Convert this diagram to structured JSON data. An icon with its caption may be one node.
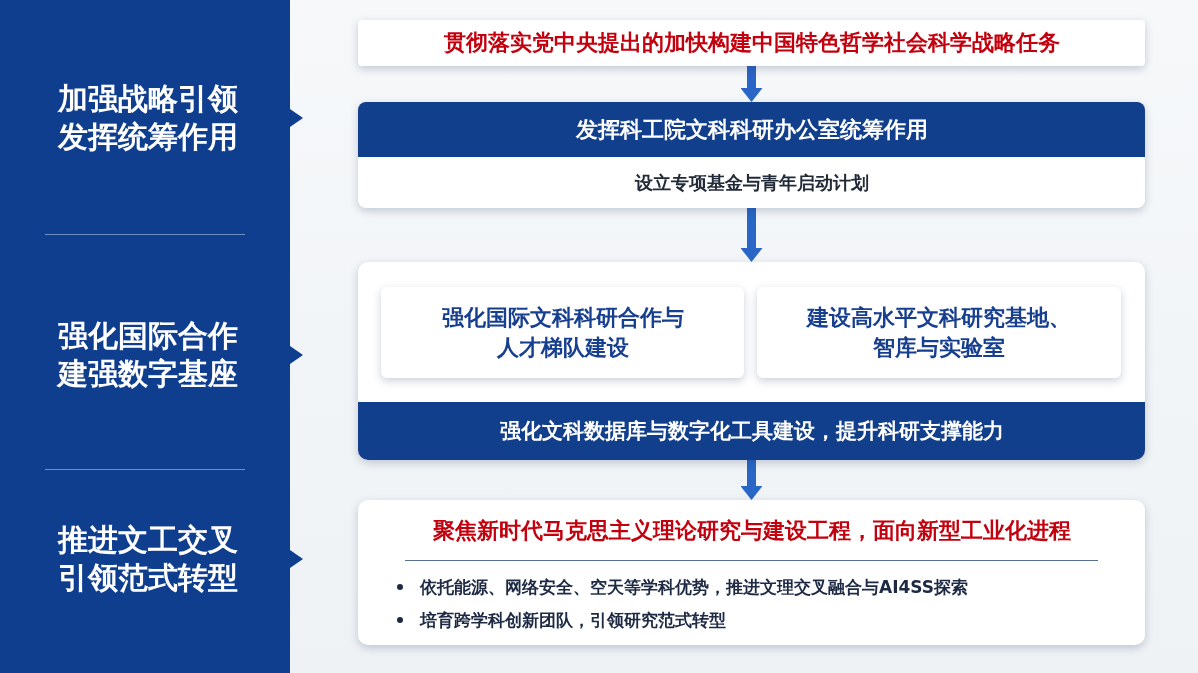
{
  "diagram": {
    "nodes": [
      {
        "text": [
          "加强战略引领发挥统筹作用",
          "强化国际合作建强数字基座",
          "推进文工交叉引领范式转型"
        ]
      },
      {
        "text": [
          "贯彻落实党中央提出的加快构建中国特色哲学社会科学战略任务"
        ]
      },
      {
        "text": [
          "发挥科工院文科科研办公室统筹作用",
          "设立专项基金与青年启动计划"
        ]
      },
      {
        "text": [
          "强化文科数据库与数字化工具建设，提升科研支撑能力"
        ]
      },
      {
        "text": [
          "强化国际文科科研合作与人才梯队建设"
        ],
        "in": 3
      },
      {
        "text": [
          "建设高水平文科研究基地、智库与实验室"
        ],
        "in": 3
      },
      {
        "text": [
          "聚焦新时代马克思主义理论研究与建设工程，面向新型工业化进程",
          "依托能源、网络安全、空天等学科优势，推进文理交叉融合与AI4SS探索",
          "培育跨学科创新团队，引领研究范式转型"
        ]
      }
    ],
    "edges": [
      {
        "from": 1,
        "to": 2,
        "arrow": "to"
      },
      {
        "from": 2,
        "to": 3,
        "arrow": "to"
      },
      {
        "from": 3,
        "to": 6,
        "arrow": "to"
      }
    ]
  }
}
